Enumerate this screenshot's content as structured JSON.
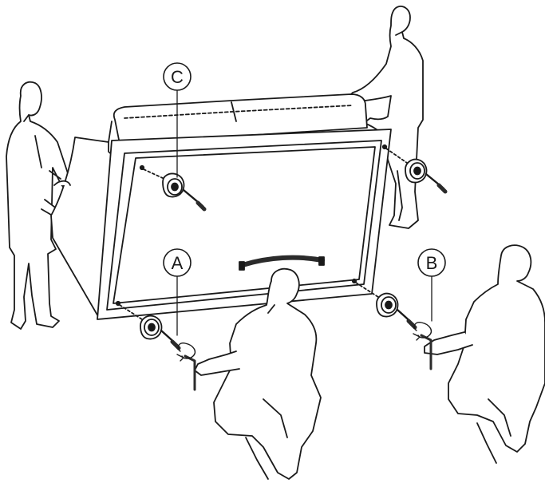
{
  "callouts": {
    "a": "A",
    "b": "B",
    "c": "C"
  },
  "colors": {
    "line": "#1a1a1a",
    "fill": "#ffffff",
    "shade": "#2b2b2b"
  }
}
